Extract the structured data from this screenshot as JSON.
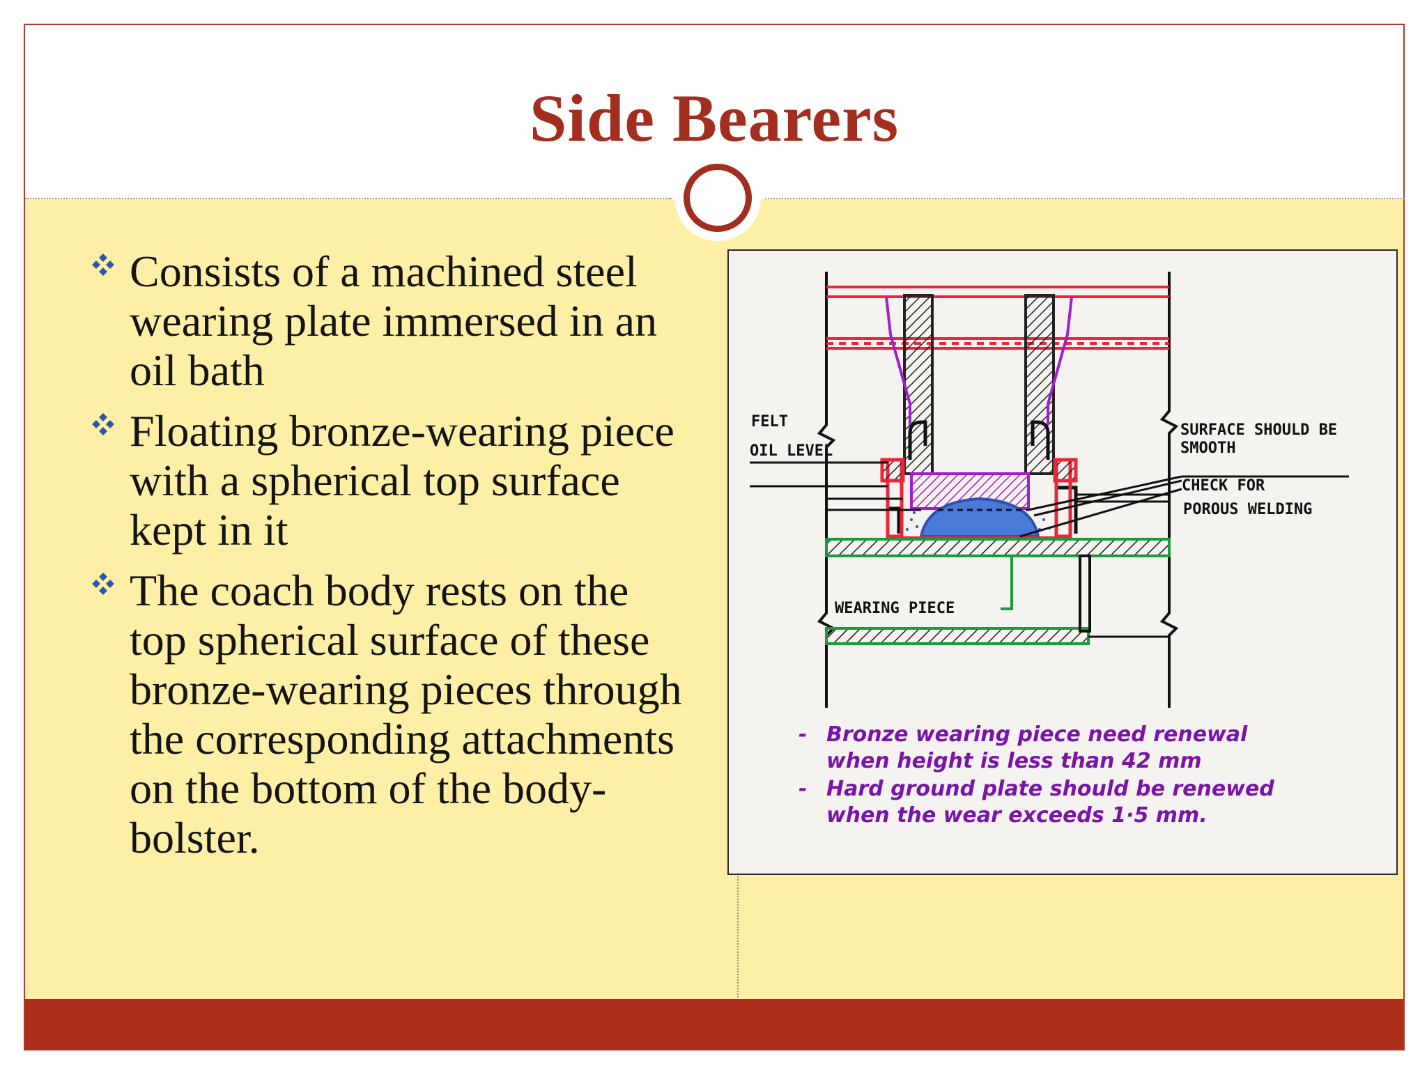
{
  "slide": {
    "title": "Side Bearers",
    "bullets": [
      "Consists of a machined steel wearing plate immersed in an oil bath",
      "Floating bronze-wearing piece with a spherical top surface kept in it",
      "The coach body rests on the top spherical surface of these bronze-wearing pieces through the corresponding attachments on the bottom of the body-bolster."
    ],
    "bullet_icon": "diamond-cluster-bullet"
  },
  "figure": {
    "labels": {
      "felt": "FELT",
      "oil_level": "OIL LEVEL",
      "surface_line1": "SURFACE SHOULD BE",
      "surface_line2": "SMOOTH",
      "check_line1": "CHECK FOR",
      "check_line2": "POROUS WELDING",
      "wearing_piece": "WEARING PIECE"
    },
    "notes": [
      "Bronze wearing piece need renewal",
      "when height is less than 42 mm",
      "Hard ground plate should be renewed",
      "when the wear exceeds 1·5 mm."
    ]
  },
  "colors": {
    "accent_red": "#a32d1e",
    "body_yellow": "#fdf0a6",
    "footer_red": "#ac2e1a",
    "bullet_blue": "#2c56a8",
    "note_purple": "#7a14a8"
  }
}
